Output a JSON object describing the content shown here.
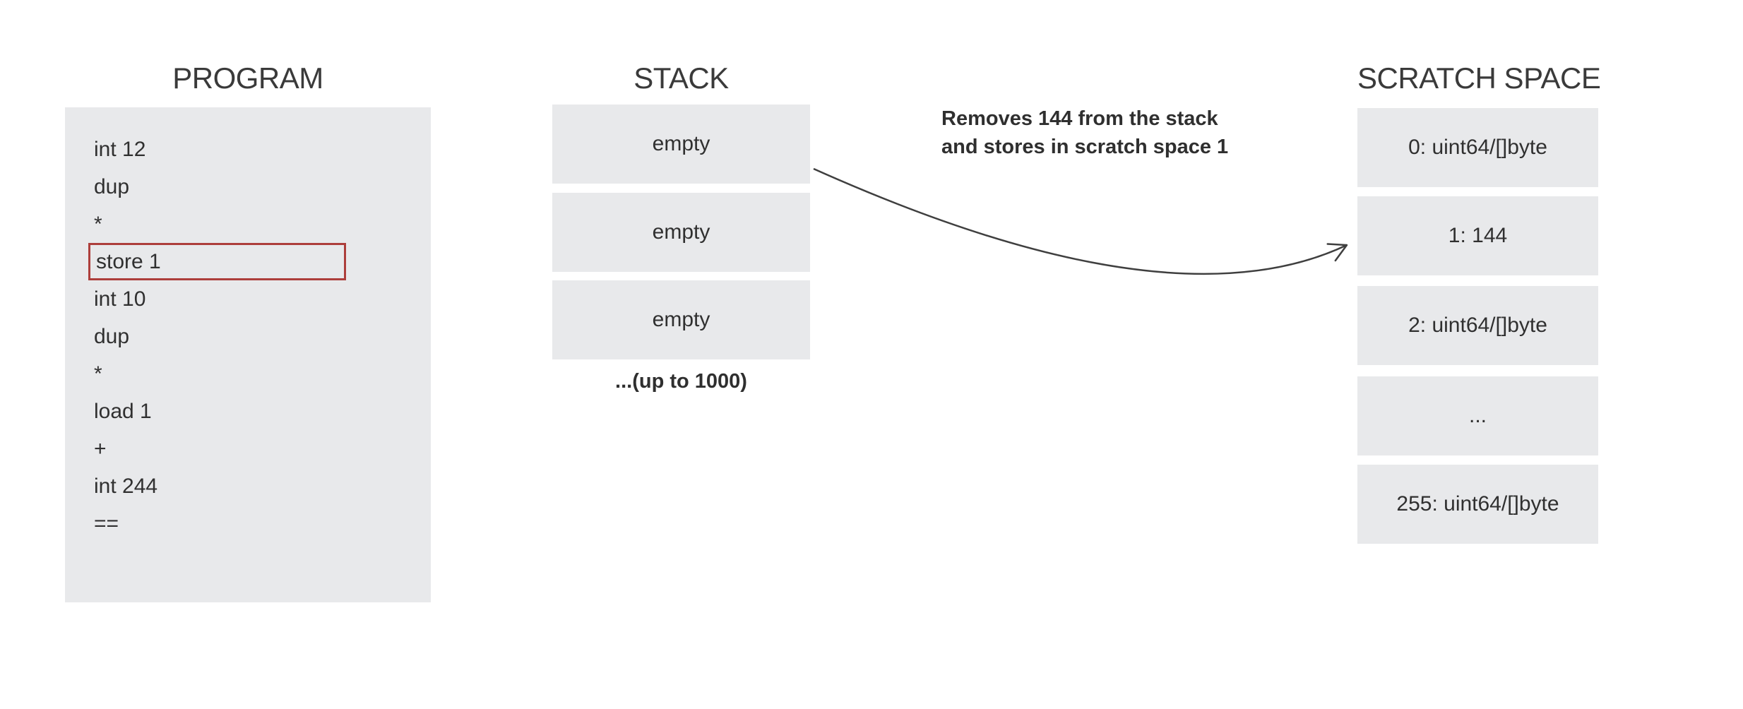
{
  "program": {
    "title": "PROGRAM",
    "lines": [
      "int 12",
      "dup",
      "*",
      "store 1",
      "int 10",
      "dup",
      "*",
      "load 1",
      "+",
      "int 244",
      "=="
    ],
    "highlighted_line": "store 1"
  },
  "stack": {
    "title": "STACK",
    "slots": [
      "empty",
      "empty",
      "empty"
    ],
    "capacity_note": "...(up to 1000)"
  },
  "scratch_space": {
    "title": "SCRATCH SPACE",
    "slots": [
      "0: uint64/[]byte",
      "1: 144",
      "2: uint64/[]byte",
      "...",
      "255: uint64/[]byte"
    ]
  },
  "annotation": {
    "text_line1": "Removes 144 from the stack",
    "text_line2": "and stores in scratch space 1"
  },
  "colors": {
    "box_fill": "#e8e9eb",
    "highlight_border": "#ad3e3b",
    "text": "#303030",
    "arrow": "#3f3f3f",
    "background": "#ffffff"
  }
}
